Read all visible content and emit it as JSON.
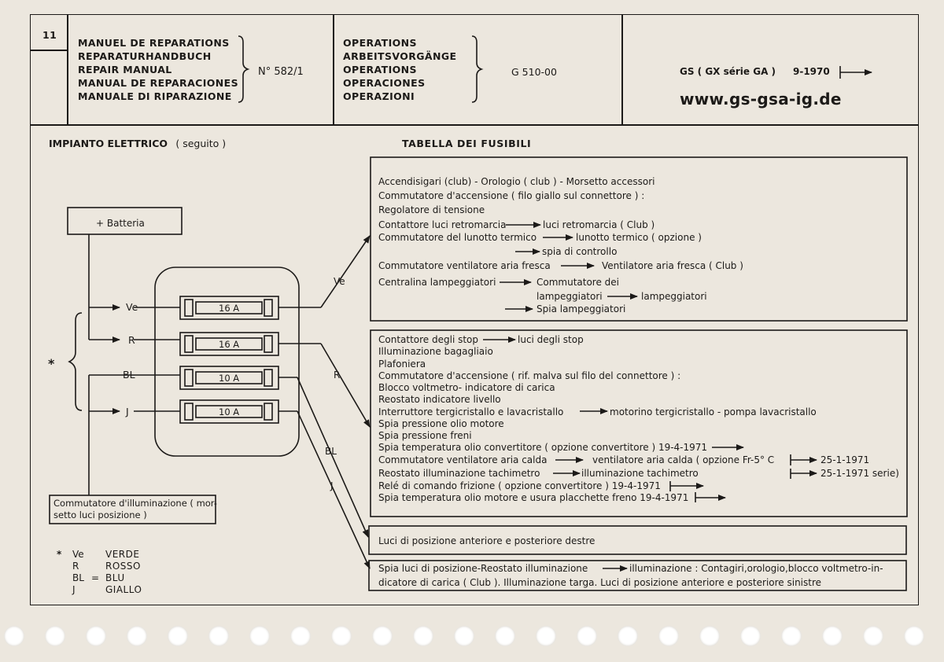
{
  "header": {
    "page_number": "11",
    "manual_titles": [
      "MANUEL DE REPARATIONS",
      "REPARATURHANDBUCH",
      "REPAIR MANUAL",
      "MANUAL DE REPARACIONES",
      "MANUALE DI RIPARAZIONE"
    ],
    "manual_number": "N° 582/1",
    "operation_titles": [
      "OPERATIONS",
      "ARBEITSVORGÄNGE",
      "OPERATIONS",
      "OPERACIONES",
      "OPERAZIONI"
    ],
    "operation_code": "G 510-00",
    "model": "GS ( GX série GA )",
    "date": "9-1970",
    "website": "www.gs-gsa-ig.de"
  },
  "section": {
    "title": "IMPIANTO ELETTRICO",
    "subtitle": "( seguito )",
    "table_title": "TABELLA DEI FUSIBILI"
  },
  "diagram": {
    "battery_label": "+ Batteria",
    "asterisk": "*",
    "wires": [
      {
        "code": "Ve",
        "rating": "16 A"
      },
      {
        "code": "R",
        "rating": "16 A"
      },
      {
        "code": "BL",
        "rating": "10 A"
      },
      {
        "code": "J",
        "rating": "10 A"
      }
    ],
    "wire_labels": [
      "Ve",
      "R",
      "BL",
      "J"
    ],
    "switch_label_1": "Commutatore d'illuminazione ( mor-",
    "switch_label_2": "setto luci posizione )"
  },
  "legend": [
    {
      "mark": "*",
      "code": "Ve",
      "sep": "",
      "name": "VERDE"
    },
    {
      "mark": "",
      "code": "R",
      "sep": "",
      "name": "ROSSO"
    },
    {
      "mark": "",
      "code": "BL",
      "sep": "=",
      "name": "BLU"
    },
    {
      "mark": "",
      "code": "J",
      "sep": "",
      "name": "GIALLO"
    }
  ],
  "fuse_table": {
    "box1": [
      "Accendisigari (club) - Orologio ( club ) - Morsetto accessori",
      "Commutatore d'accensione ( filo giallo sul connettore ) :",
      "Regolatore di tensione",
      "Contattore luci retromarcia",
      "luci retromarcia ( Club )",
      "Commutatore del lunotto termico",
      "lunotto termico ( opzione )",
      "spia di controllo",
      "Commutatore ventilatore aria fresca",
      "Ventilatore aria fresca ( Club )",
      "Centralina lampeggiatori",
      "Commutatore dei",
      "lampeggiatori",
      "lampeggiatori",
      "Spia lampeggiatori"
    ],
    "box2": [
      "Contattore degli stop",
      "luci degli stop",
      "Illuminazione bagagliaio",
      "Plafoniera",
      "Commutatore d'accensione ( rif. malva sul filo del connettore ) :",
      "Blocco voltmetro- indicatore di carica",
      "Reostato indicatore livello",
      "Interruttore tergicristallo e lavacristallo",
      "motorino tergicristallo - pompa lavacristallo",
      "Spia pressione olio motore",
      "Spia pressione freni",
      "Spia temperatura olio convertitore ( opzione convertitore ) 19-4-1971",
      "Commutatore ventilatore aria calda",
      "ventilatore aria calda ( opzione Fr-5° C",
      "25-1-1971",
      "Reostato illuminazione tachimetro",
      "illuminazione tachimetro",
      "25-1-1971 serie)",
      "Relé di comando frizione ( opzione convertitore ) 19-4-1971",
      "Spia temperatura olio motore e usura placchette freno 19-4-1971"
    ],
    "box3": "Luci di posizione anteriore e posteriore destre",
    "box4": [
      "Spia luci di posizione-Reostato illuminazione",
      "illuminazione : Contagiri,orologio,blocco voltmetro-in-",
      "dicatore di carica ( Club ). Illuminazione targa. Luci di posizione anteriore e posteriore sinistre"
    ]
  }
}
